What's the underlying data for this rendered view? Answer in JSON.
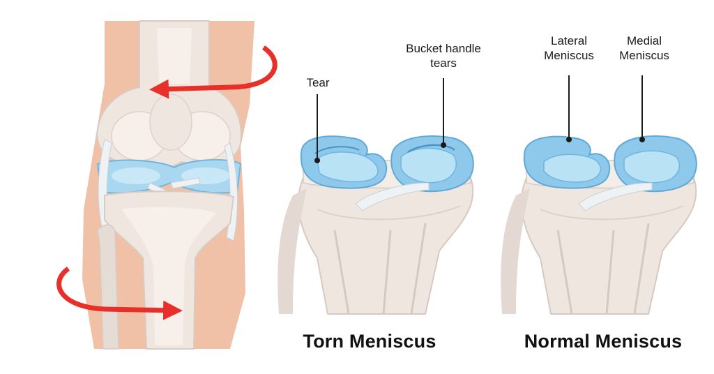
{
  "colors": {
    "skin": "#f0c1a6",
    "bone": "#efe6e0",
    "bone_shade": "#dcd0c9",
    "meniscus_outer": "#8ec9ec",
    "meniscus_inner": "#b9e2f5",
    "arrow": "#e8302b",
    "ligament": "#eef2f4"
  },
  "labels": {
    "tear": "Tear",
    "bucket_handle_line1": "Bucket handle",
    "bucket_handle_line2": "tears",
    "lateral_line1": "Lateral",
    "lateral_line2": "Meniscus",
    "medial_line1": "Medial",
    "medial_line2": "Meniscus"
  },
  "captions": {
    "torn": "Torn Meniscus",
    "normal": "Normal Meniscus"
  },
  "icons": [
    "rotation-arrow-top-icon",
    "rotation-arrow-bottom-icon"
  ]
}
